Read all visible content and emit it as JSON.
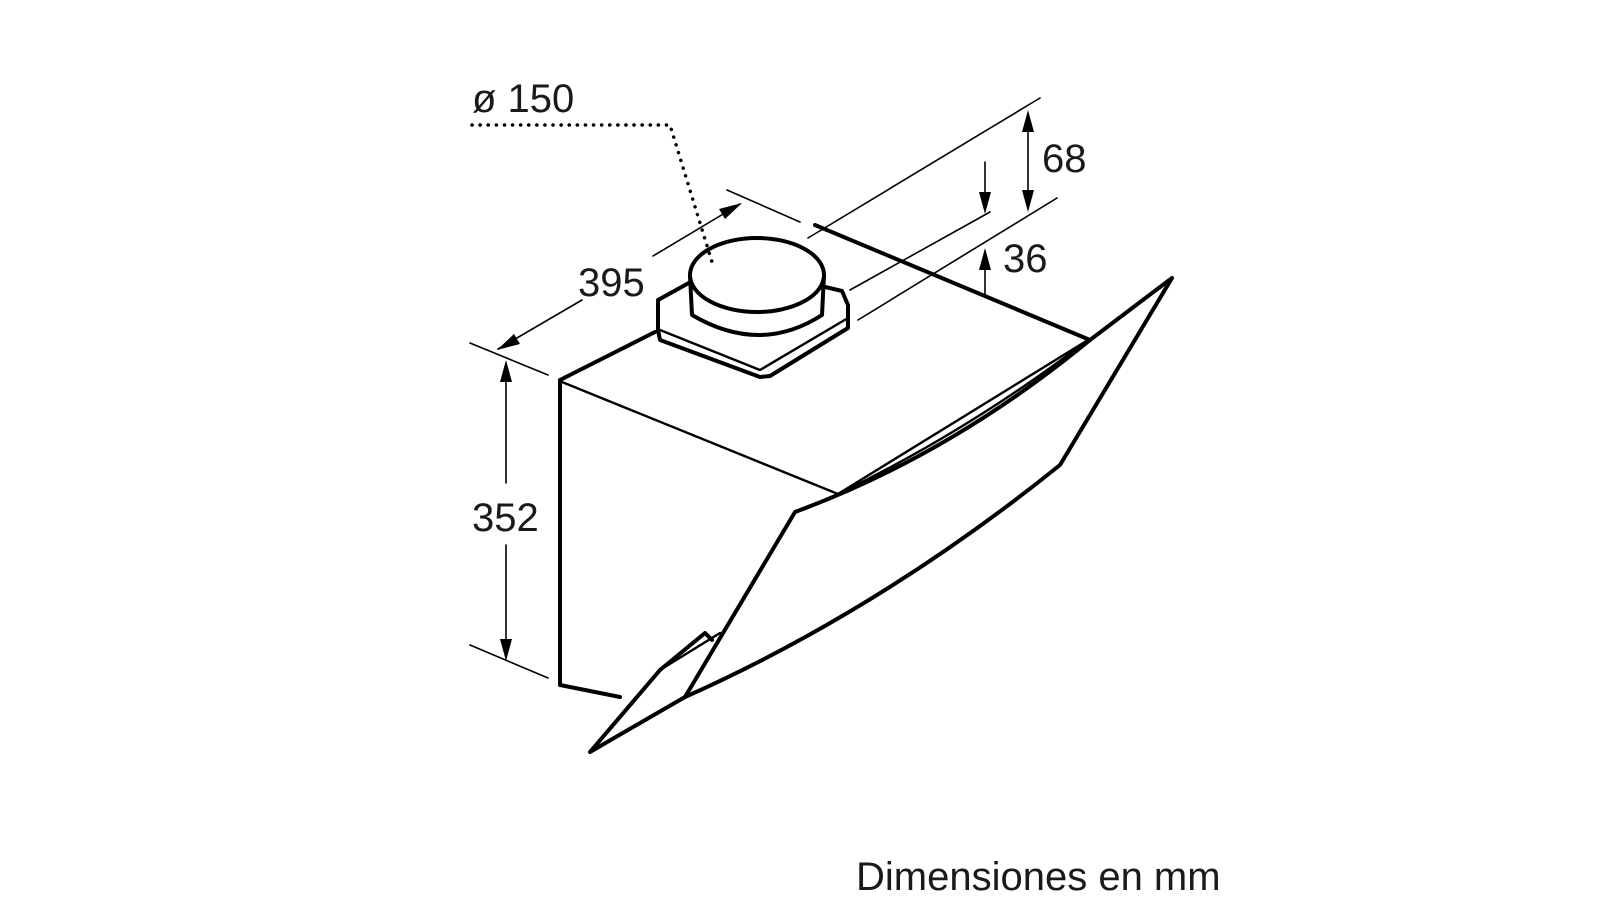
{
  "dimensions": {
    "diameter": "ø 150",
    "depth": "395",
    "chimney_height": "68",
    "offset": "36",
    "height": "352"
  },
  "caption": "Dimensiones en mm"
}
